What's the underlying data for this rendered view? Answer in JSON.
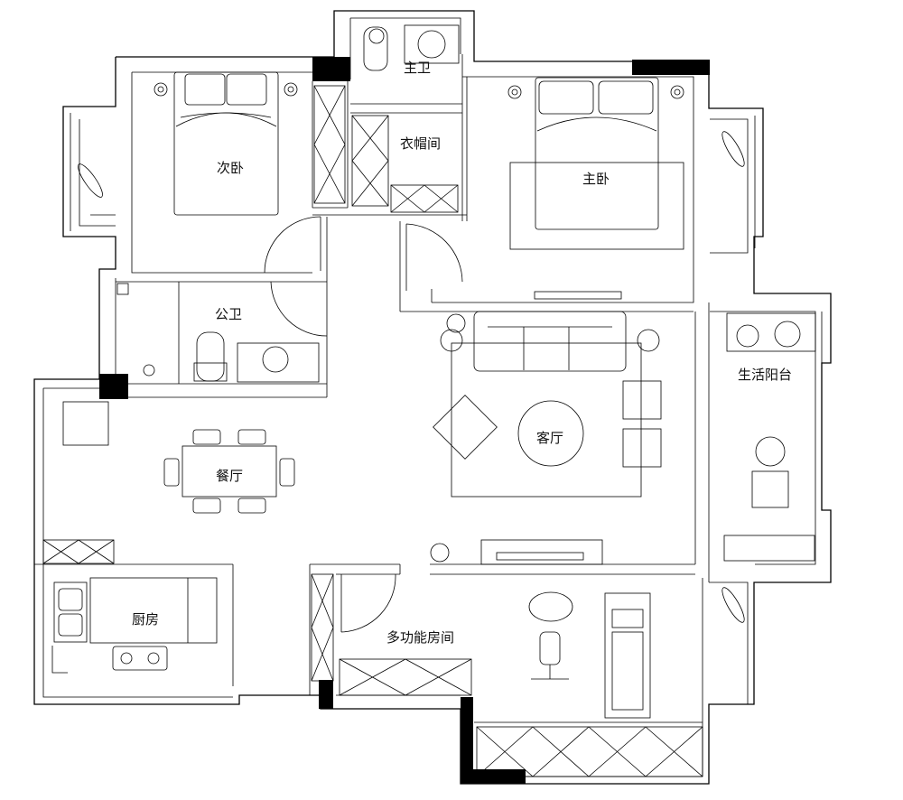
{
  "rooms": {
    "secondary_bedroom": "次卧",
    "master_bathroom": "主卫",
    "cloakroom": "衣帽间",
    "master_bedroom": "主卧",
    "public_bathroom": "公卫",
    "living_room": "客厅",
    "utility_balcony": "生活阳台",
    "dining_room": "餐厅",
    "kitchen": "厨房",
    "multifunction_room": "多功能房间"
  }
}
